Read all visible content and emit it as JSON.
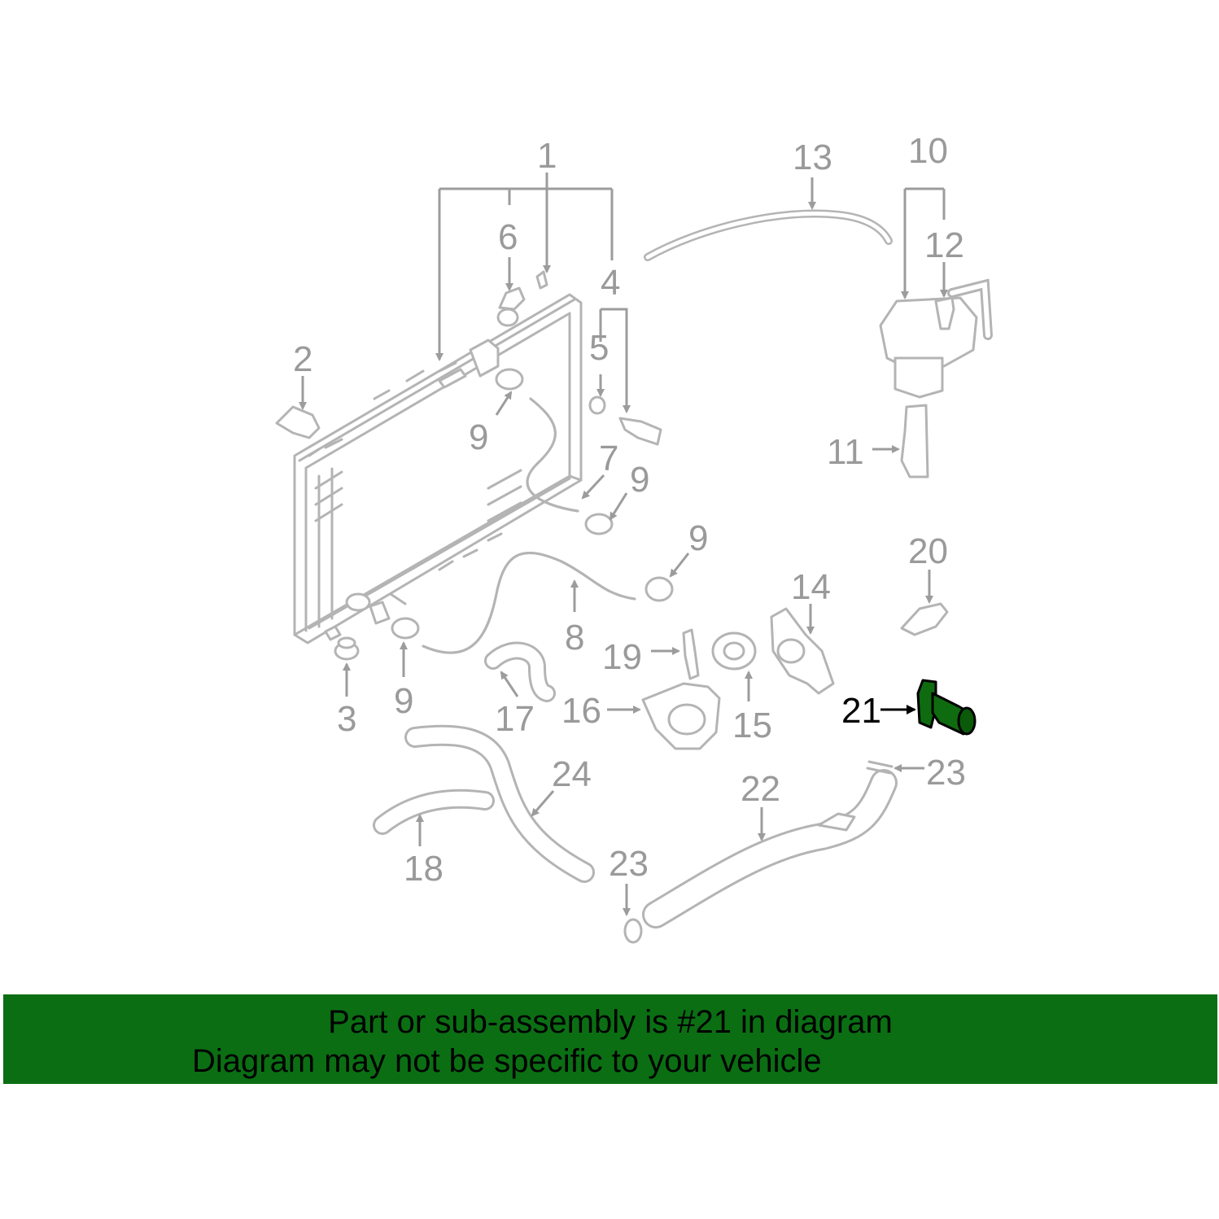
{
  "callouts": {
    "c1": "1",
    "c2": "2",
    "c3": "3",
    "c4": "4",
    "c5": "5",
    "c6": "6",
    "c7": "7",
    "c8": "8",
    "c9": "9",
    "c10": "10",
    "c11": "11",
    "c12": "12",
    "c13": "13",
    "c14": "14",
    "c15": "15",
    "c16": "16",
    "c17": "17",
    "c18": "18",
    "c19": "19",
    "c20": "20",
    "c21": "21",
    "c22": "22",
    "c23": "23",
    "c24": "24"
  },
  "highlight": {
    "part_number": "21",
    "color": "#0b6e13"
  },
  "banner": {
    "line1": "Part or sub-assembly is #21 in diagram",
    "line2": "Diagram may not be specific to your vehicle",
    "background": "#0b6e13"
  }
}
